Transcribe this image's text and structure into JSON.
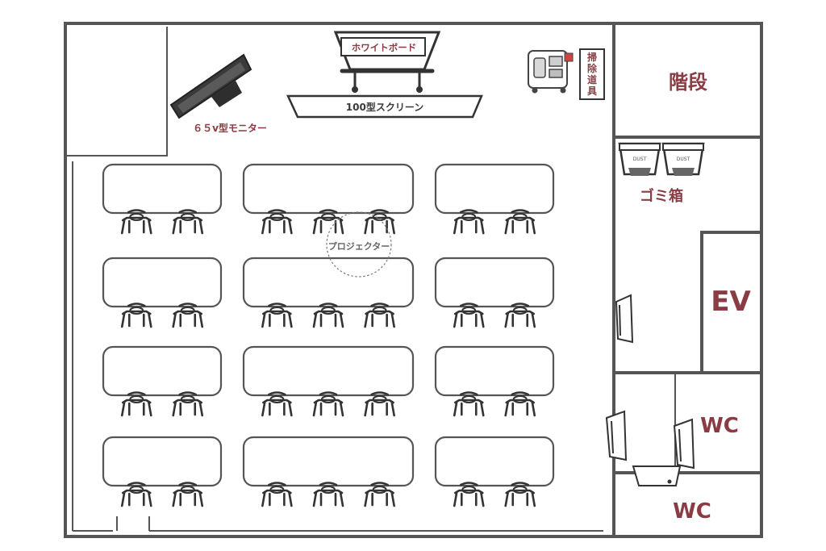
{
  "labels": {
    "whiteboard": "ホワイトボード",
    "screen": "100型スクリーン",
    "monitor": "６５v型モニター",
    "cleaning_tools": "掃除道具",
    "stairs": "階段",
    "trash_bins": "ゴミ箱",
    "bin_tag": "DUST",
    "projector": "プロジェクター",
    "elevator": "EV",
    "restroom_1": "WC",
    "restroom_2": "WC"
  },
  "colors": {
    "label": "#8a3c44",
    "wall": "#555555",
    "furniture": "#333333"
  },
  "layout": {
    "desk_rows": 4,
    "desk_columns": 3,
    "chairs_per_desk": [
      2,
      3,
      2
    ]
  }
}
